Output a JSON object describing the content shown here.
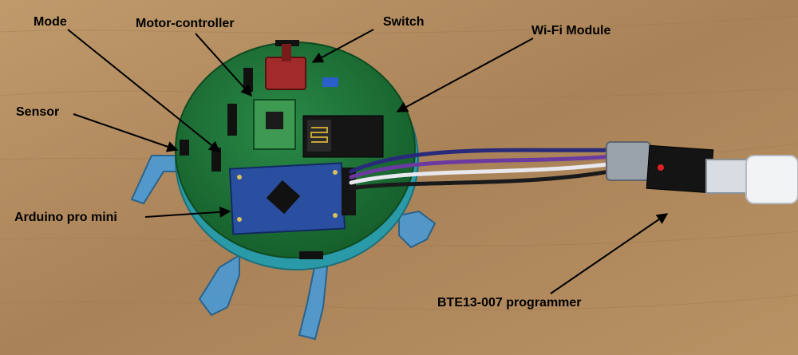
{
  "labels": {
    "mode": "Mode",
    "motor_controller": "Motor-controller",
    "switch": "Switch",
    "wifi_module": "Wi-Fi Module",
    "sensor": "Sensor",
    "arduino": "Arduino pro mini",
    "programmer": "BTE13-007 programmer"
  },
  "colors": {
    "table_wood": "#b08a5e",
    "pcb_green": "#1f7a3c",
    "base_teal": "#2a9aa8",
    "leg_blue": "#3a8fd0",
    "arduino_blue": "#2a4fa0",
    "switch_red": "#a32a2a",
    "cable_purple": "#6a3aa0",
    "usb_silver": "#d8dde4"
  }
}
